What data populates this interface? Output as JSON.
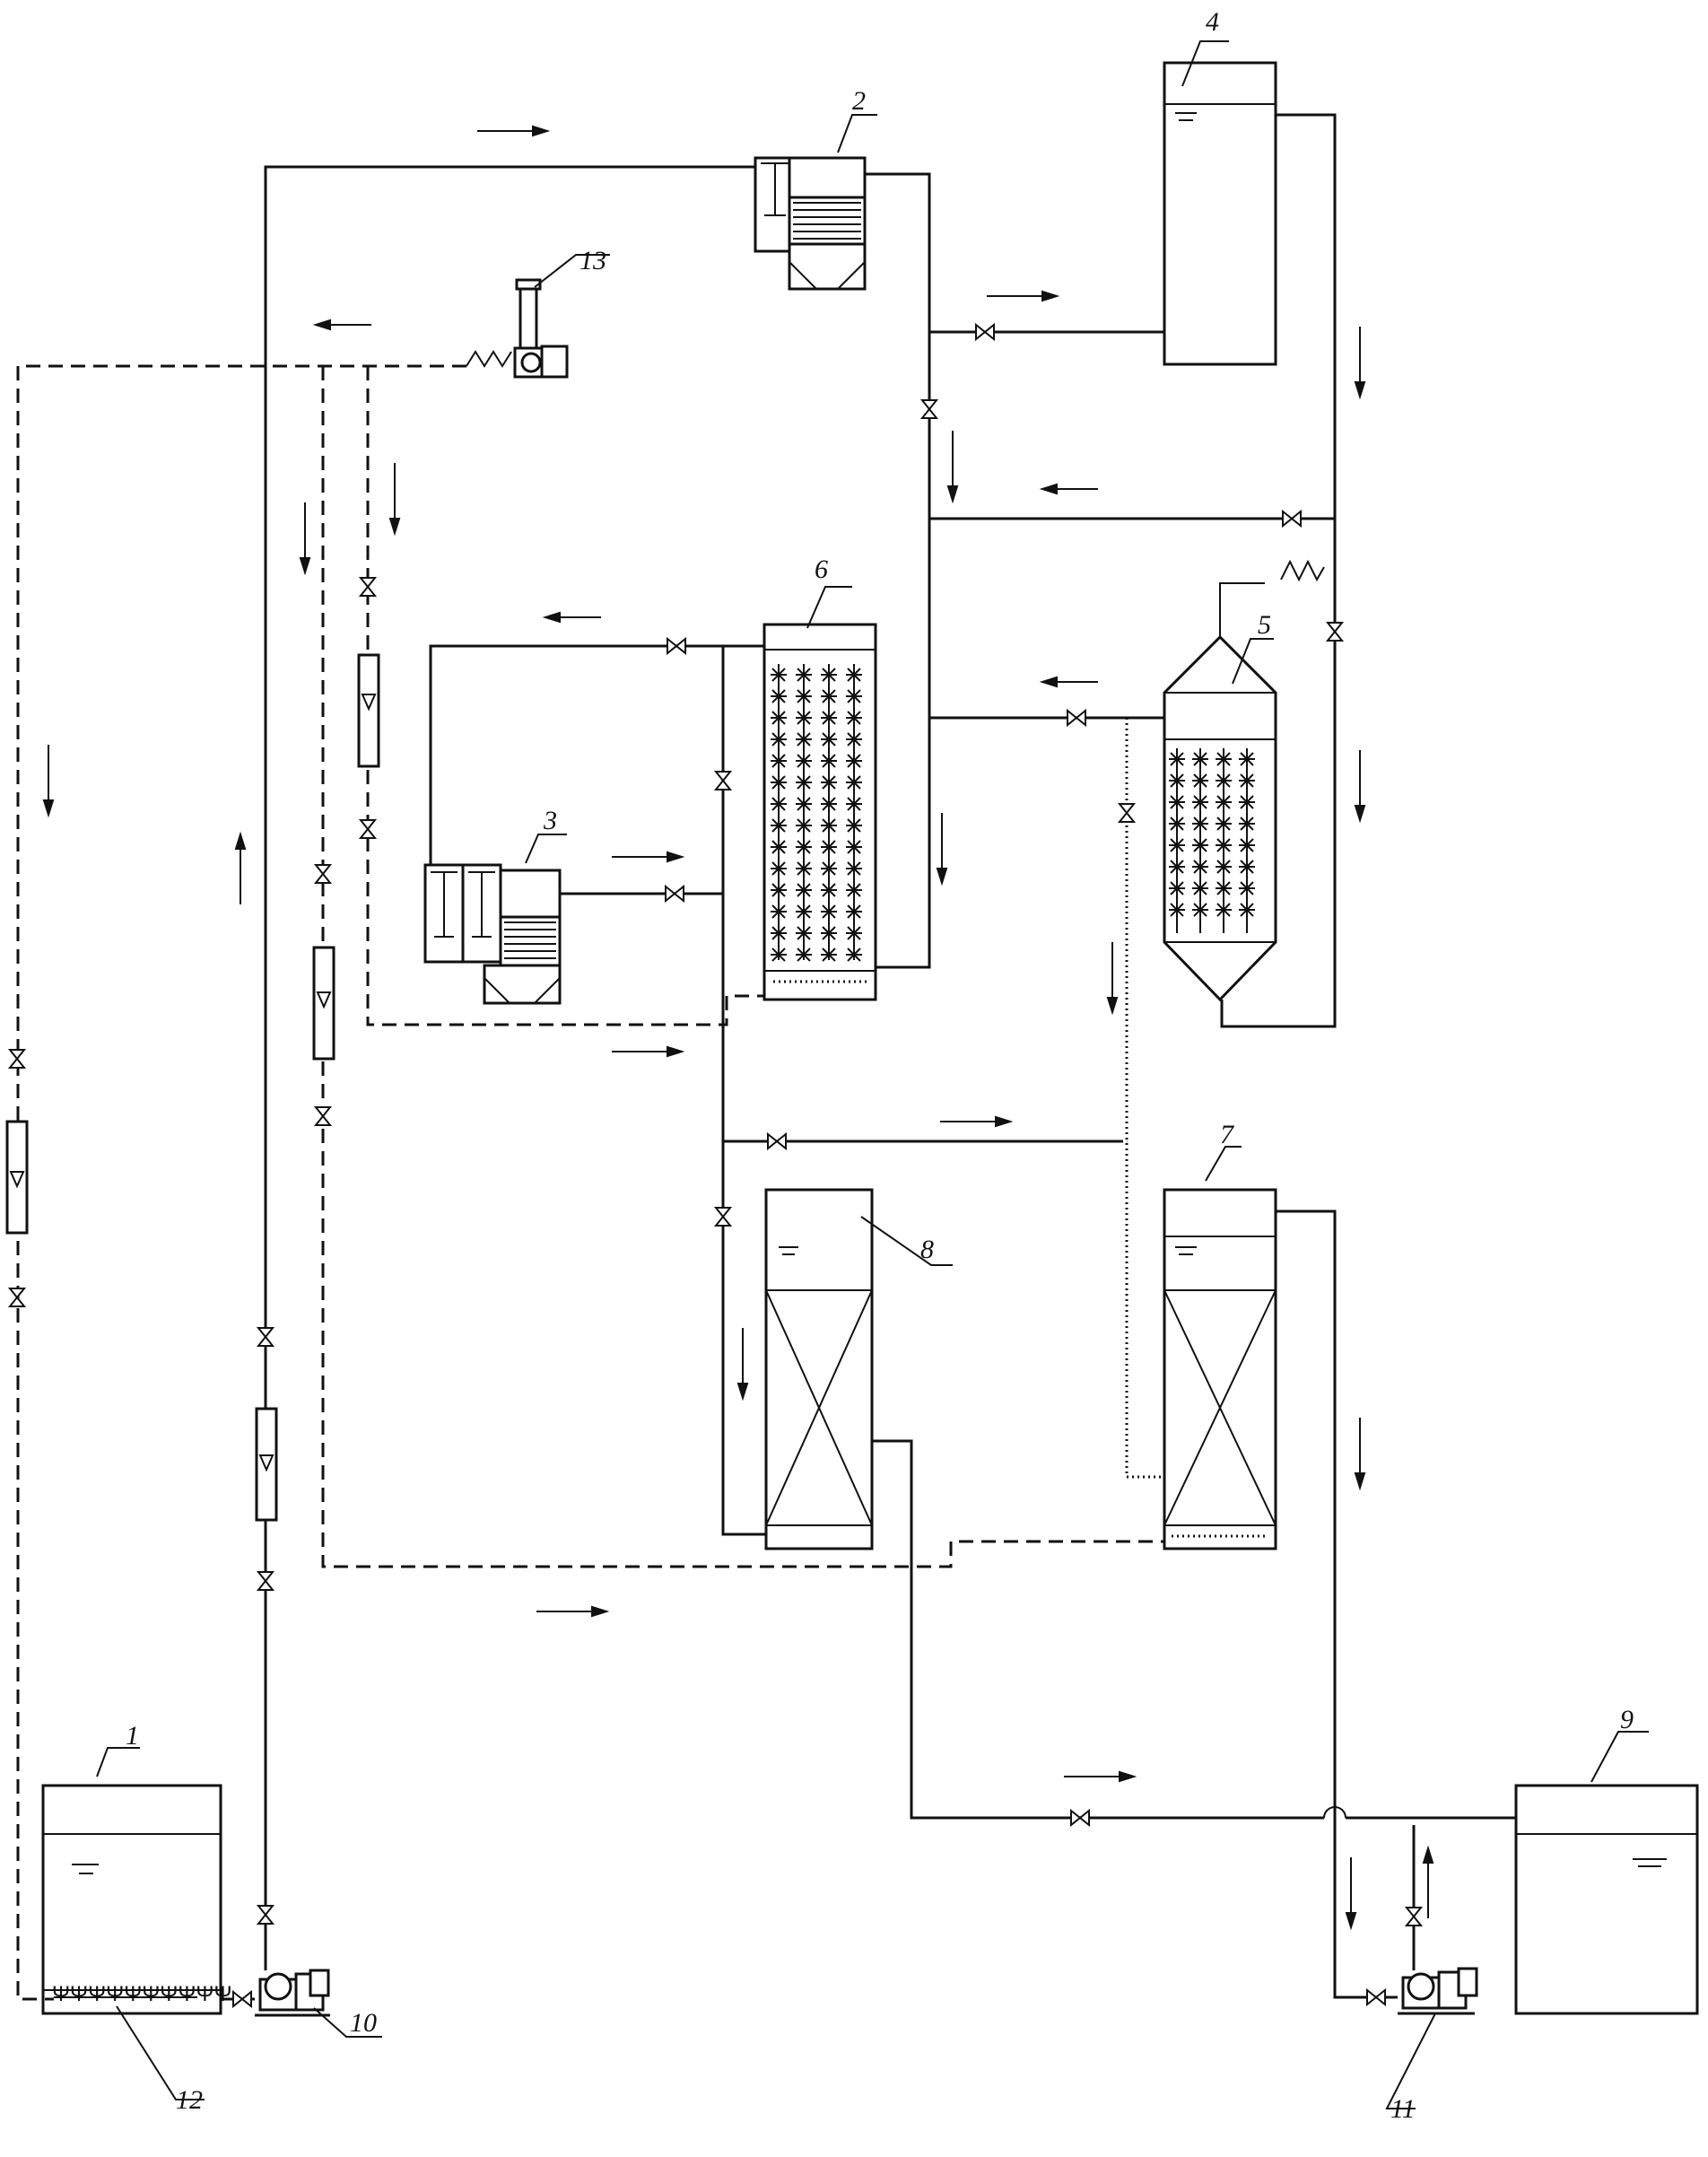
{
  "labels": {
    "l1": "1",
    "l2": "2",
    "l3": "3",
    "l4": "4",
    "l5": "5",
    "l6": "6",
    "l7": "7",
    "l8": "8",
    "l9": "9",
    "l10": "10",
    "l11": "11",
    "l12": "12",
    "l13": "13"
  },
  "colors": {
    "line": "#111111",
    "background": "#ffffff"
  }
}
